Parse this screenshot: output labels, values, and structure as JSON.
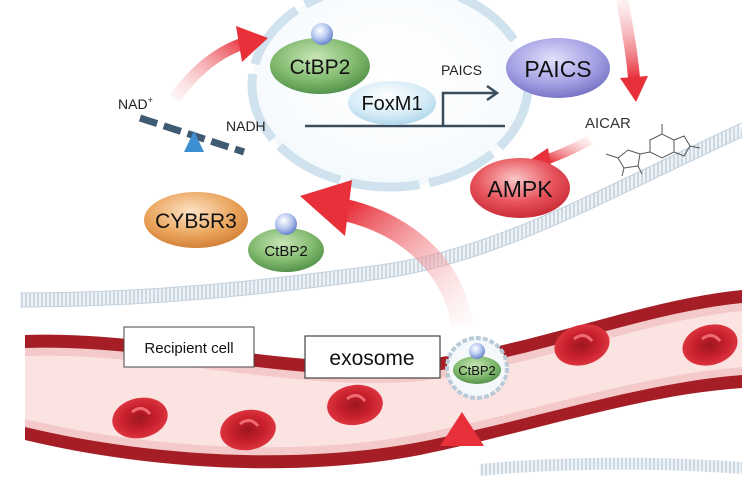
{
  "nucleus": {
    "ctbp2_label": "CtBP2",
    "foxm1_label": "FoxM1",
    "paics_gene_label": "PAICS"
  },
  "cofactors": {
    "nad_label": "NAD",
    "nad_superscript": "+",
    "nadh_label": "NADH"
  },
  "pathway": {
    "paics_label": "PAICS",
    "aicar_label": "AICAR",
    "ampk_label": "AMPK"
  },
  "cytoplasm": {
    "cyb5r3_label": "CYB5R3",
    "ctbp2_bound_label": "CtBP2"
  },
  "vessel": {
    "recipient_cell_label": "Recipient cell",
    "exosome_label": "exosome",
    "exosome_cargo_label": "CtBP2"
  },
  "colors": {
    "ctbp2_fill": "#5a9a52",
    "paics_fill": "#7b78c8",
    "ampk_fill": "#d93640",
    "cyb5r3_fill": "#d9843a",
    "foxm1_fill": "#bfe0f0",
    "vessel_red": "#a51e26",
    "rbc_red": "#c8202c",
    "arrow_red": "#e8303a"
  }
}
